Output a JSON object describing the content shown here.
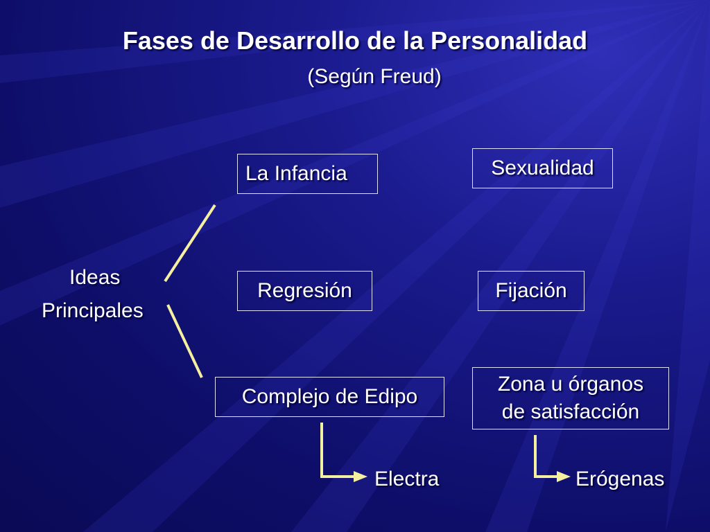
{
  "slide": {
    "title": "Fases de Desarrollo de la Personalidad",
    "subtitle": "(Según Freud)"
  },
  "diagram": {
    "root_line1": "Ideas",
    "root_line2": "Principales",
    "nodes": {
      "infancia": "La Infancia",
      "sexualidad": "Sexualidad",
      "regresion": "Regresión",
      "fijacion": "Fijación",
      "edipo": "Complejo de Edipo",
      "zona_line1": "Zona u órganos",
      "zona_line2": "de satisfacción",
      "electra": "Electra",
      "erogenas": "Erógenas"
    }
  },
  "colors": {
    "connector": "#f5f0a0",
    "background": "#14147a",
    "text": "#ffffff"
  }
}
